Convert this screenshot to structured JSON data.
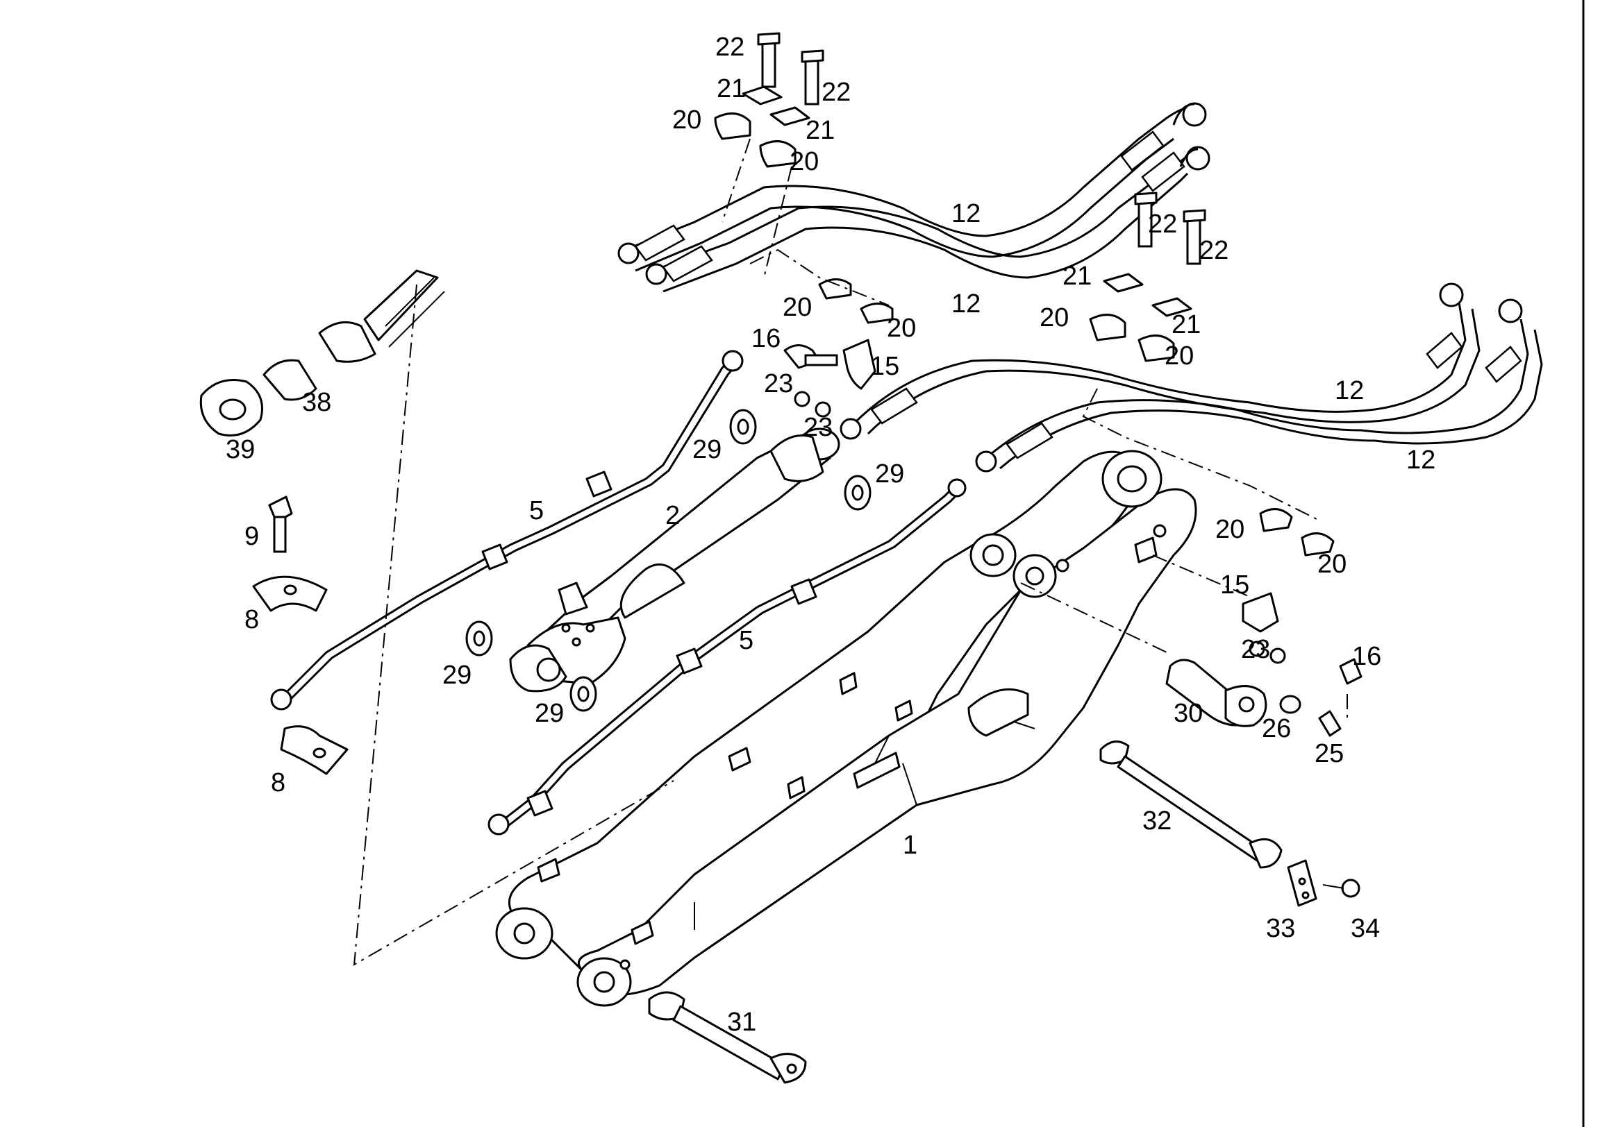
{
  "labels": {
    "l1": "1",
    "l2": "2",
    "l5a": "5",
    "l5b": "5",
    "l8a": "8",
    "l8b": "8",
    "l9": "9",
    "l12a": "12",
    "l12b": "12",
    "l12c": "12",
    "l12d": "12",
    "l15a": "15",
    "l15b": "15",
    "l16a": "16",
    "l16b": "16",
    "l20a": "20",
    "l20b": "20",
    "l20c": "20",
    "l20d": "20",
    "l20e": "20",
    "l20f": "20",
    "l20g": "20",
    "l20h": "20",
    "l21a": "21",
    "l21b": "21",
    "l21c": "21",
    "l21d": "21",
    "l22a": "22",
    "l22b": "22",
    "l22c": "22",
    "l22d": "22",
    "l23a": "23",
    "l23b": "23",
    "l23c": "23",
    "l25": "25",
    "l26": "26",
    "l29a": "29",
    "l29b": "29",
    "l29c": "29",
    "l29d": "29",
    "l30": "30",
    "l31": "31",
    "l32": "32",
    "l33": "33",
    "l34": "34",
    "l38": "38",
    "l39": "39"
  }
}
